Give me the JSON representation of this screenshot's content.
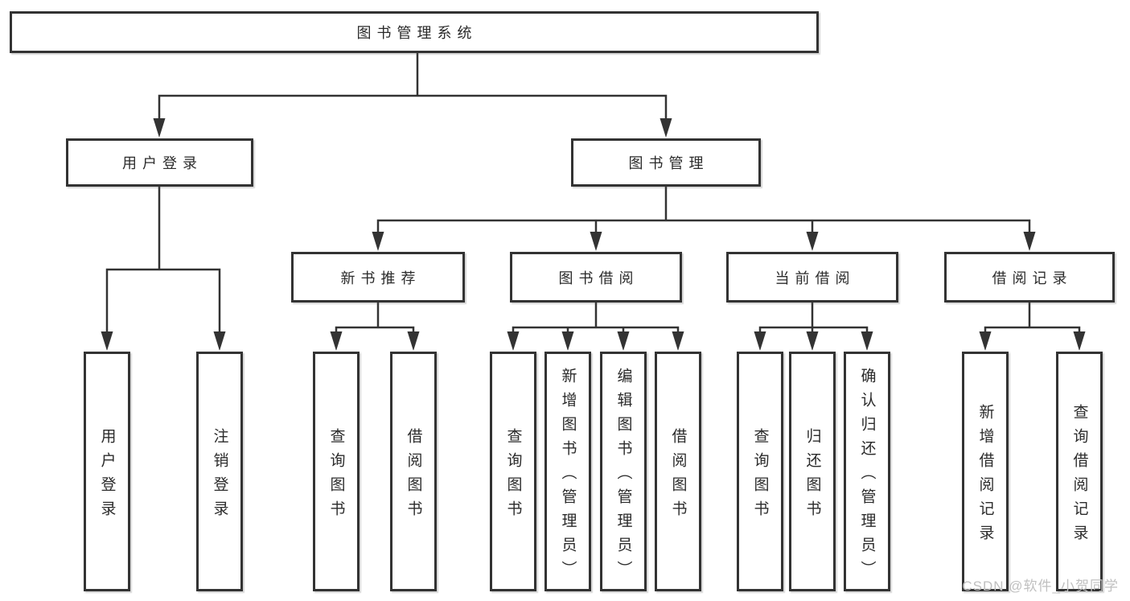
{
  "nodes": {
    "root": "图书管理系统",
    "user_login": "用户登录",
    "book_mgmt": "图书管理",
    "new_book_rec": "新书推荐",
    "book_borrow": "图书借阅",
    "current_borrow": "当前借阅",
    "borrow_record": "借阅记录",
    "leaf_user_login": "用户登录",
    "leaf_logout": "注销登录",
    "leaf_rec_query": "查询图书",
    "leaf_rec_borrow": "借阅图书",
    "leaf_bb_query": "查询图书",
    "leaf_bb_add": "新增图书（管理员）",
    "leaf_bb_edit": "编辑图书（管理员）",
    "leaf_bb_borrow": "借阅图书",
    "leaf_cb_query": "查询图书",
    "leaf_cb_return": "归还图书",
    "leaf_cb_confirm": "确认归还（管理员）",
    "leaf_br_add": "新增借阅记录",
    "leaf_br_query": "查询借阅记录"
  },
  "watermark": "CSDN @软件_小贺同学",
  "colors": {
    "line": "#333333",
    "text": "#2b2b2b",
    "background": "#ffffff",
    "watermark": "#c0c0c0"
  }
}
